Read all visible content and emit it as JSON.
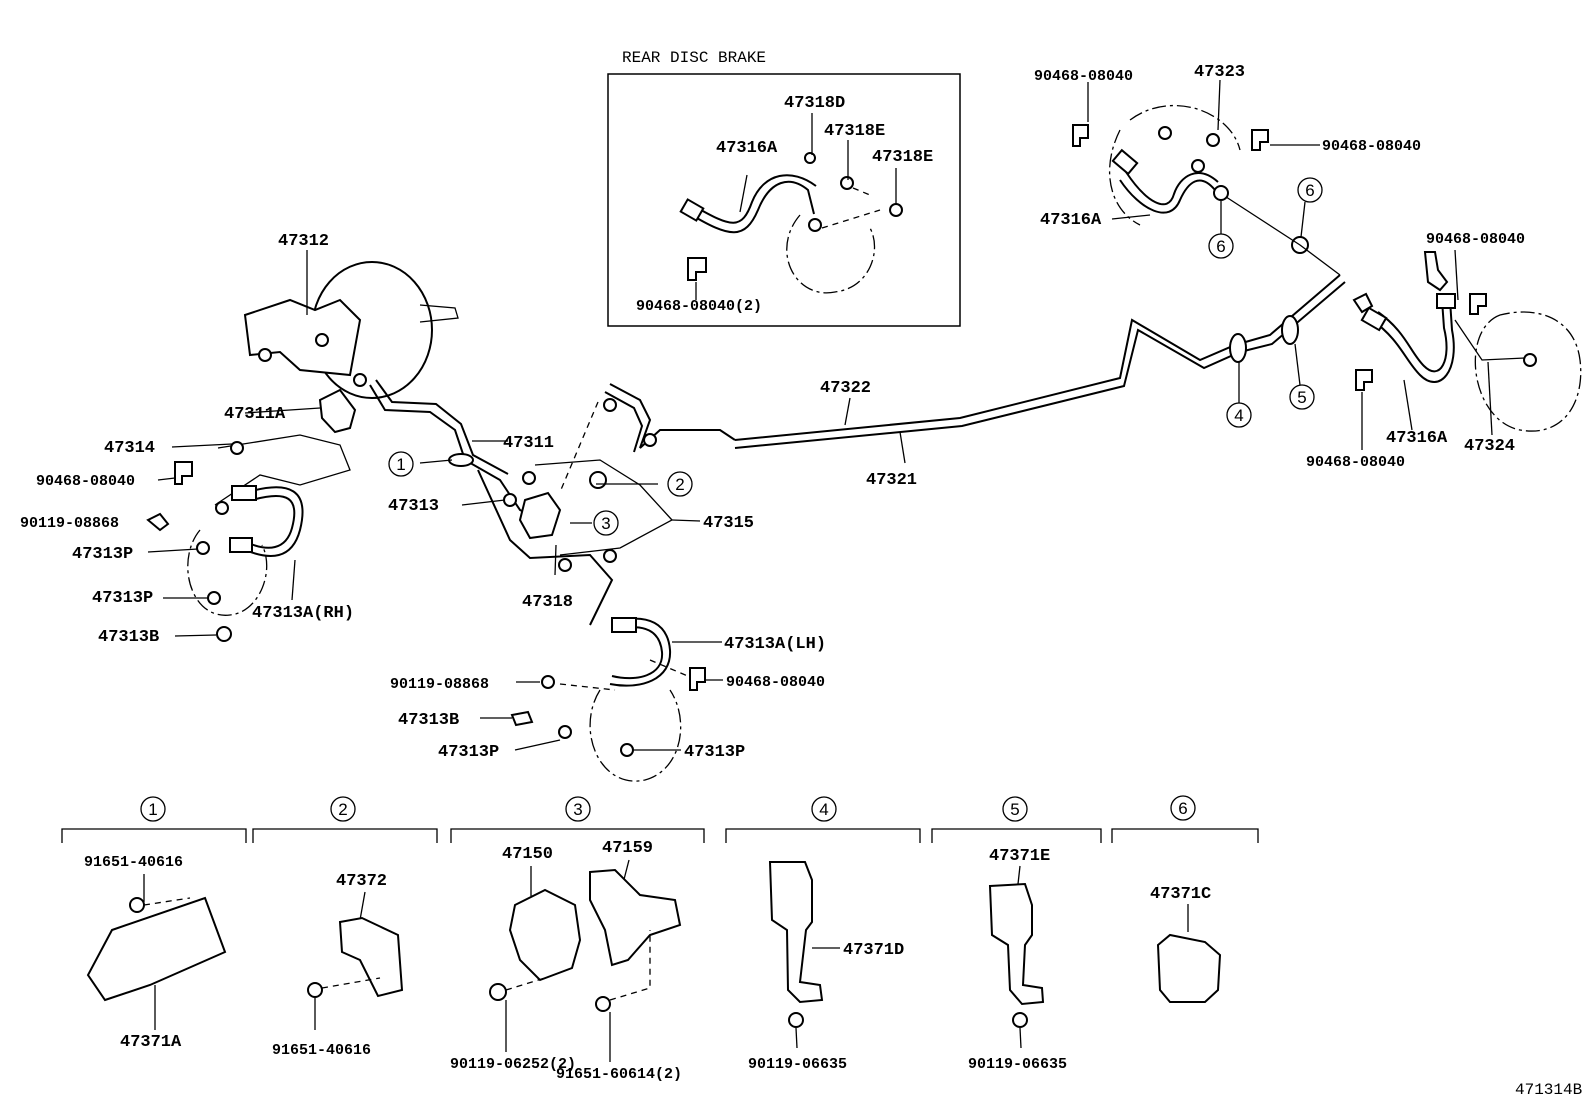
{
  "inset": {
    "title": "REAR DISC BRAKE"
  },
  "callouts": {
    "c1": "1",
    "c2": "2",
    "c3": "3",
    "c4": "4",
    "c5": "5",
    "c6": "6"
  },
  "labels": {
    "p47312": "47312",
    "p47311A": "47311A",
    "p47311": "47311",
    "p47314": "47314",
    "p47313": "47313",
    "p47315": "47315",
    "p47318": "47318",
    "p47313P": "47313P",
    "p47313B": "47313B",
    "p47313A_RH": "47313A(RH)",
    "p47313A_LH": "47313A(LH)",
    "p47322": "47322",
    "p47321": "47321",
    "p47318D": "47318D",
    "p47318E": "47318E",
    "p47316A": "47316A",
    "p47323": "47323",
    "p47324": "47324",
    "p90468_08040": "90468-08040",
    "p90468_08040_2": "90468-08040(2)",
    "p90119_08868": "90119-08868",
    "p91651_40616": "91651-40616",
    "p47371A": "47371A",
    "p47372": "47372",
    "p47150": "47150",
    "p47159": "47159",
    "p90119_06252_2": "90119-06252(2)",
    "p91651_60614_2": "91651-60614(2)",
    "p47371D": "47371D",
    "p90119_06635": "90119-06635",
    "p47371E": "47371E",
    "p47371C": "47371C"
  },
  "diagram_id": "471314B"
}
